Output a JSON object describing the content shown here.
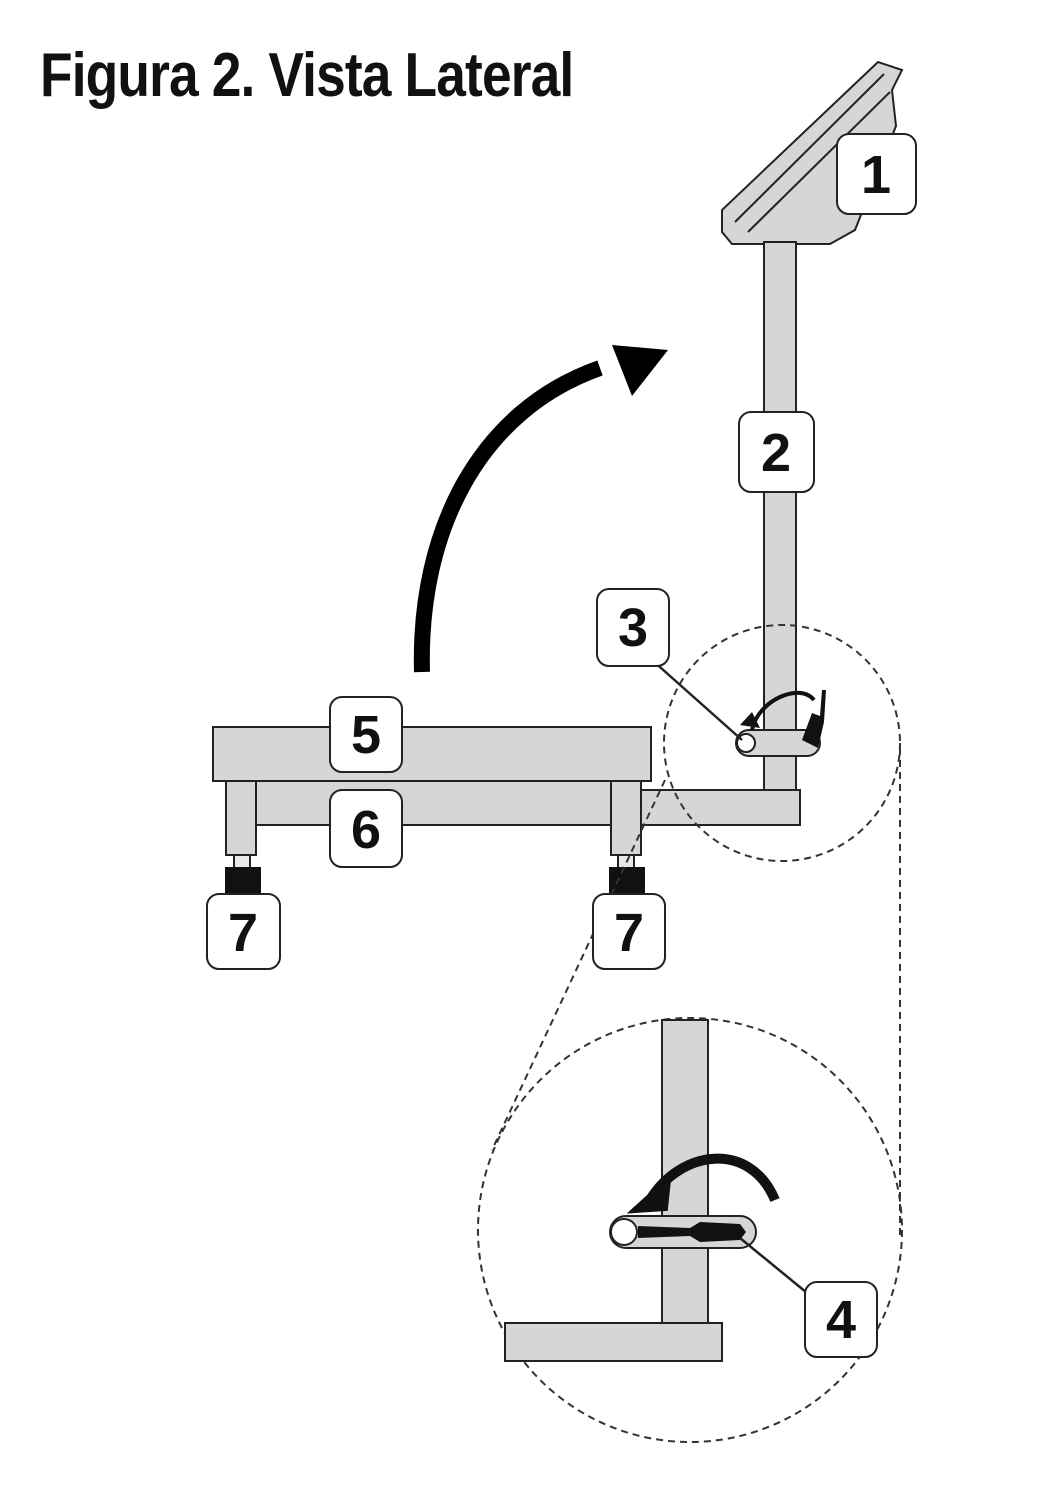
{
  "title": "Figura 2. Vista Lateral",
  "callouts": [
    {
      "id": "c1",
      "label": "1"
    },
    {
      "id": "c2",
      "label": "2"
    },
    {
      "id": "c3",
      "label": "3"
    },
    {
      "id": "c4",
      "label": "4"
    },
    {
      "id": "c5",
      "label": "5"
    },
    {
      "id": "c6",
      "label": "6"
    },
    {
      "id": "c7a",
      "label": "7"
    },
    {
      "id": "c7b",
      "label": "7"
    }
  ],
  "colors": {
    "part_fill": "#d6d6d6",
    "outline": "#222222",
    "accent": "#000000"
  }
}
